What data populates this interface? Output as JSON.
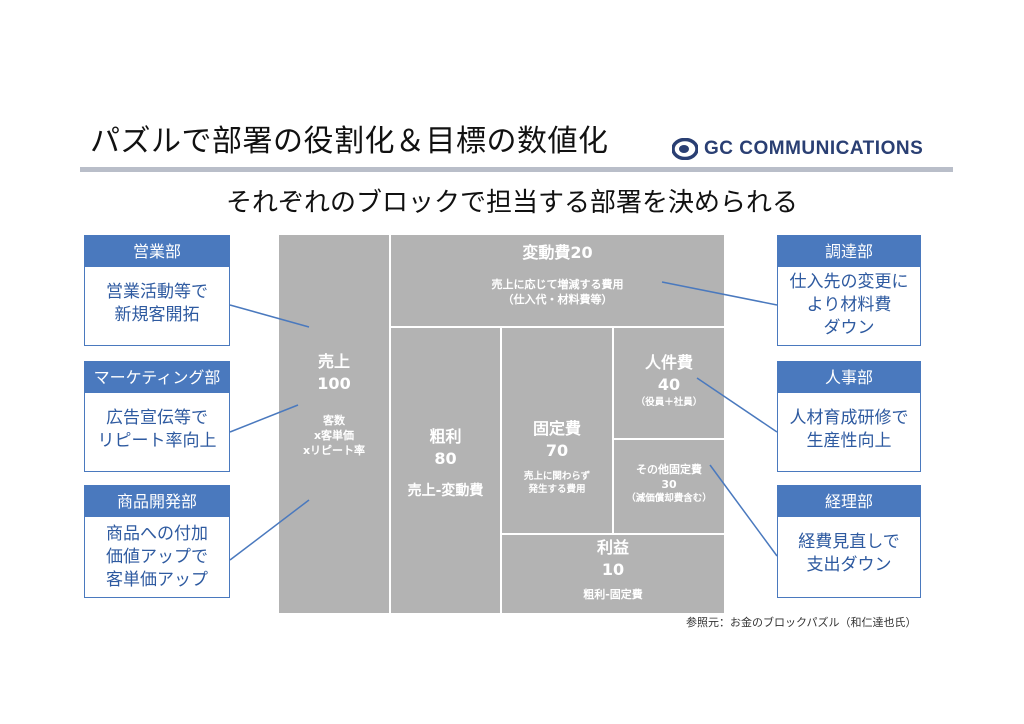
{
  "title": "パズルで部署の役割化＆目標の数値化",
  "logo": {
    "text": "GC COMMUNICATIONS"
  },
  "subtitle": "それぞれのブロックで担当する部署を決められる",
  "departments_left": [
    {
      "name": "営業部",
      "desc": "営業活動等で\n新規客開拓"
    },
    {
      "name": "マーケティング部",
      "desc": "広告宣伝等で\nリピート率向上"
    },
    {
      "name": "商品開発部",
      "desc": "商品への付加\n価値アップで\n客単価アップ"
    }
  ],
  "departments_right": [
    {
      "name": "調達部",
      "desc": "仕入先の変更に\nより材料費\nダウン"
    },
    {
      "name": "人事部",
      "desc": "人材育成研修で\n生産性向上"
    },
    {
      "name": "経理部",
      "desc": "経費見直しで\n支出ダウン"
    }
  ],
  "blocks": {
    "sales": {
      "label": "売上",
      "value": "100",
      "formula": [
        "客数",
        "x客単価",
        "xリピート率"
      ]
    },
    "variable": {
      "title": "変動費20",
      "desc": "売上に応じて増減する費用",
      "note": "（仕入代・材料費等）"
    },
    "gross": {
      "label": "粗利",
      "value": "80",
      "formula": "売上-変動費"
    },
    "fixed": {
      "label": "固定費",
      "value": "70",
      "desc": [
        "売上に関わらず",
        "発生する費用"
      ]
    },
    "personnel": {
      "label": "人件費",
      "value": "40",
      "note": "（役員＋社員）"
    },
    "other_fixed": {
      "label": "その他固定費",
      "value": "30",
      "note": "（減価償却費含む）"
    },
    "profit": {
      "label": "利益",
      "value": "10",
      "formula": "粗利-固定費"
    }
  },
  "source": "参照元：お金のブロックパズル（和仁達也氏）",
  "colors": {
    "dept_blue": "#4a79be",
    "block_gray": "#b3b3b3",
    "logo_navy": "#2a3f73"
  }
}
